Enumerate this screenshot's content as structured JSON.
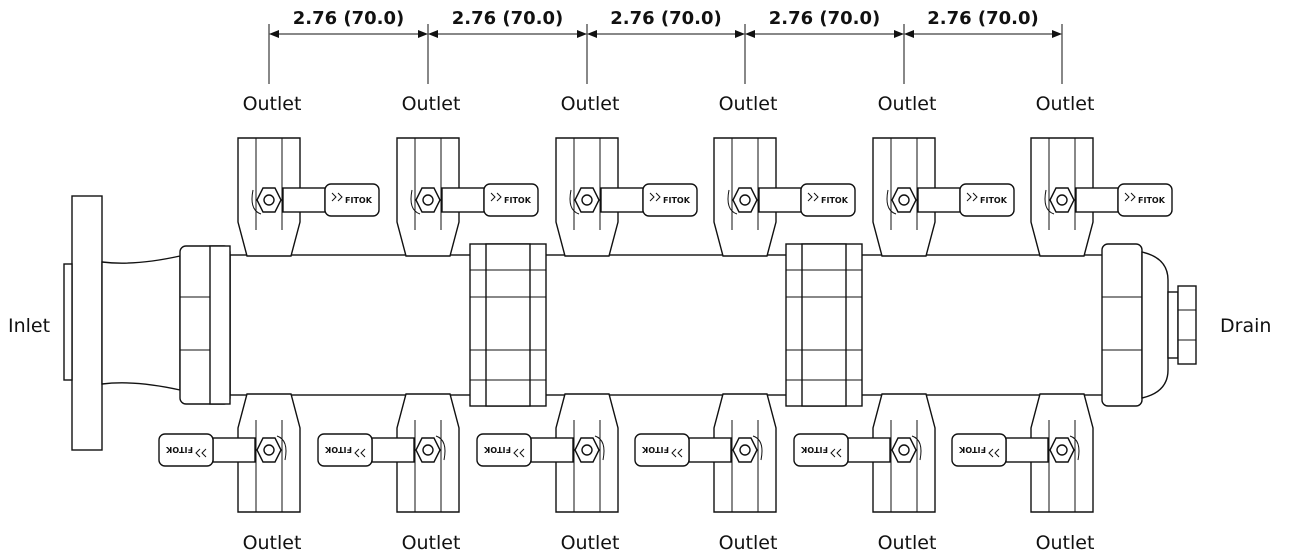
{
  "dimensions": [
    {
      "text": "2.76 (70.0)"
    },
    {
      "text": "2.76 (70.0)"
    },
    {
      "text": "2.76 (70.0)"
    },
    {
      "text": "2.76 (70.0)"
    },
    {
      "text": "2.76 (70.0)"
    }
  ],
  "outlets_top": [
    "Outlet",
    "Outlet",
    "Outlet",
    "Outlet",
    "Outlet",
    "Outlet"
  ],
  "outlets_bottom": [
    "Outlet",
    "Outlet",
    "Outlet",
    "Outlet",
    "Outlet",
    "Outlet"
  ],
  "inlet_label": "Inlet",
  "drain_label": "Drain",
  "valve_brand": "FITOK",
  "colors": {
    "line": "#111111",
    "background": "#ffffff"
  }
}
